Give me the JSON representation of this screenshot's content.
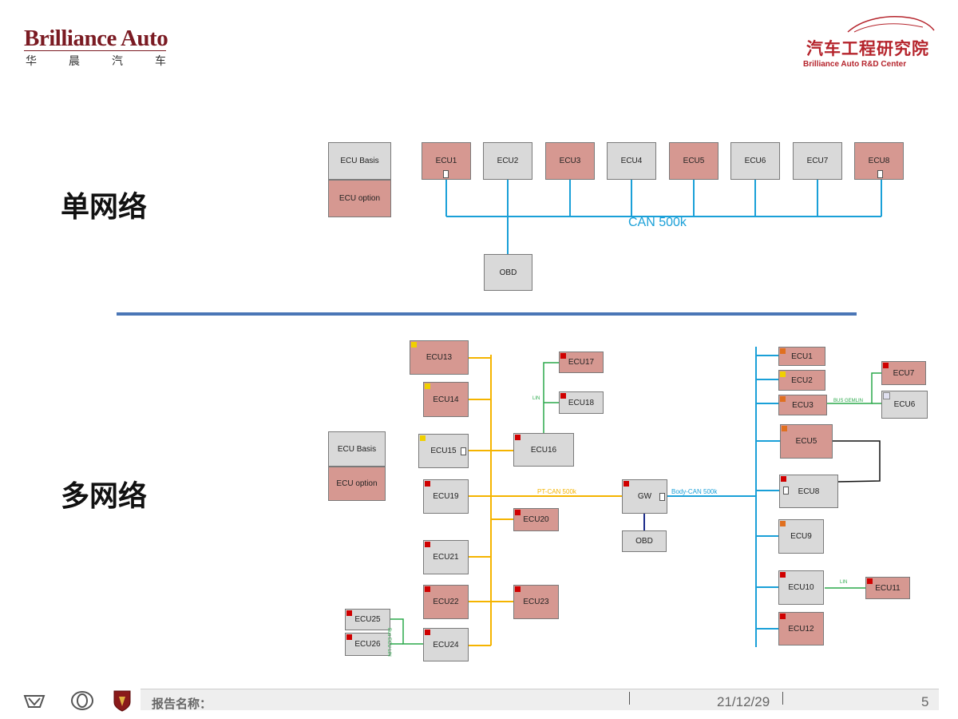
{
  "header": {
    "brand_en": "Brilliance Auto",
    "brand_cn": [
      "华",
      "晨",
      "汽",
      "车"
    ],
    "center_cn": "汽车工程研究院",
    "center_en": "Brilliance Auto R&D Center"
  },
  "sections": {
    "single": "单网络",
    "multi": "多网络"
  },
  "legend": {
    "basis": "ECU Basis",
    "option": "ECU option"
  },
  "single_net": {
    "ecus": [
      "ECU1",
      "ECU2",
      "ECU3",
      "ECU4",
      "ECU5",
      "ECU6",
      "ECU7",
      "ECU8"
    ],
    "types": [
      "option",
      "basis",
      "option",
      "basis",
      "option",
      "basis",
      "basis",
      "option"
    ],
    "bus_label": "CAN 500k",
    "obd": "OBD"
  },
  "multi_net": {
    "gw": "GW",
    "obd": "OBD",
    "pt_can": "PT-CAN 500k",
    "body_can": "Body-CAN 500k",
    "lin": "LIN",
    "lin2": "LIN",
    "bus_gemlin": "BUS GEMLIN",
    "bus_ecu25": "Bus ECU LIN",
    "pt_ecus": [
      {
        "id": "ECU13",
        "type": "option",
        "mark": "#f0d000"
      },
      {
        "id": "ECU14",
        "type": "option",
        "mark": "#f0d000"
      },
      {
        "id": "ECU15",
        "type": "basis",
        "mark": "#f0d000"
      },
      {
        "id": "ECU19",
        "type": "basis",
        "mark": "#d00000"
      },
      {
        "id": "ECU20",
        "type": "option",
        "mark": "#d00000"
      },
      {
        "id": "ECU21",
        "type": "basis",
        "mark": "#d00000"
      },
      {
        "id": "ECU22",
        "type": "option",
        "mark": "#d00000"
      },
      {
        "id": "ECU23",
        "type": "option",
        "mark": "#d00000"
      },
      {
        "id": "ECU24",
        "type": "basis",
        "mark": "#d00000"
      },
      {
        "id": "ECU25",
        "type": "basis",
        "mark": "#d00000"
      },
      {
        "id": "ECU26",
        "type": "basis",
        "mark": "#d00000"
      },
      {
        "id": "ECU16",
        "type": "basis",
        "mark": "#d00000"
      },
      {
        "id": "ECU17",
        "type": "option",
        "mark": "#d00000"
      },
      {
        "id": "ECU18",
        "type": "basis",
        "mark": "#d00000"
      }
    ],
    "body_ecus": [
      {
        "id": "ECU1",
        "type": "option",
        "mark": "#e07020"
      },
      {
        "id": "ECU2",
        "type": "option",
        "mark": "#f0d000"
      },
      {
        "id": "ECU3",
        "type": "option",
        "mark": "#e07020"
      },
      {
        "id": "ECU5",
        "type": "option",
        "mark": "#e07020"
      },
      {
        "id": "ECU8",
        "type": "basis",
        "mark": "#d00000"
      },
      {
        "id": "ECU9",
        "type": "basis",
        "mark": "#e07020"
      },
      {
        "id": "ECU10",
        "type": "basis",
        "mark": "#d00000"
      },
      {
        "id": "ECU12",
        "type": "option",
        "mark": "#d00000"
      },
      {
        "id": "ECU7",
        "type": "option",
        "mark": "#d00000"
      },
      {
        "id": "ECU6",
        "type": "basis",
        "mark": "#e0e0f0"
      },
      {
        "id": "ECU11",
        "type": "option",
        "mark": "#d00000"
      }
    ]
  },
  "footer": {
    "report_label": "报告名称：",
    "date": "21/12/29",
    "page": "5"
  },
  "colors": {
    "option": "#d69891",
    "basis": "#d9d9d9",
    "can_single": "#1aa0d8",
    "pt_can": "#f5b400",
    "body_can": "#1aa0d8",
    "lin": "#2aa84a",
    "divider": "#4a76b6",
    "brand": "#7a1a22"
  }
}
